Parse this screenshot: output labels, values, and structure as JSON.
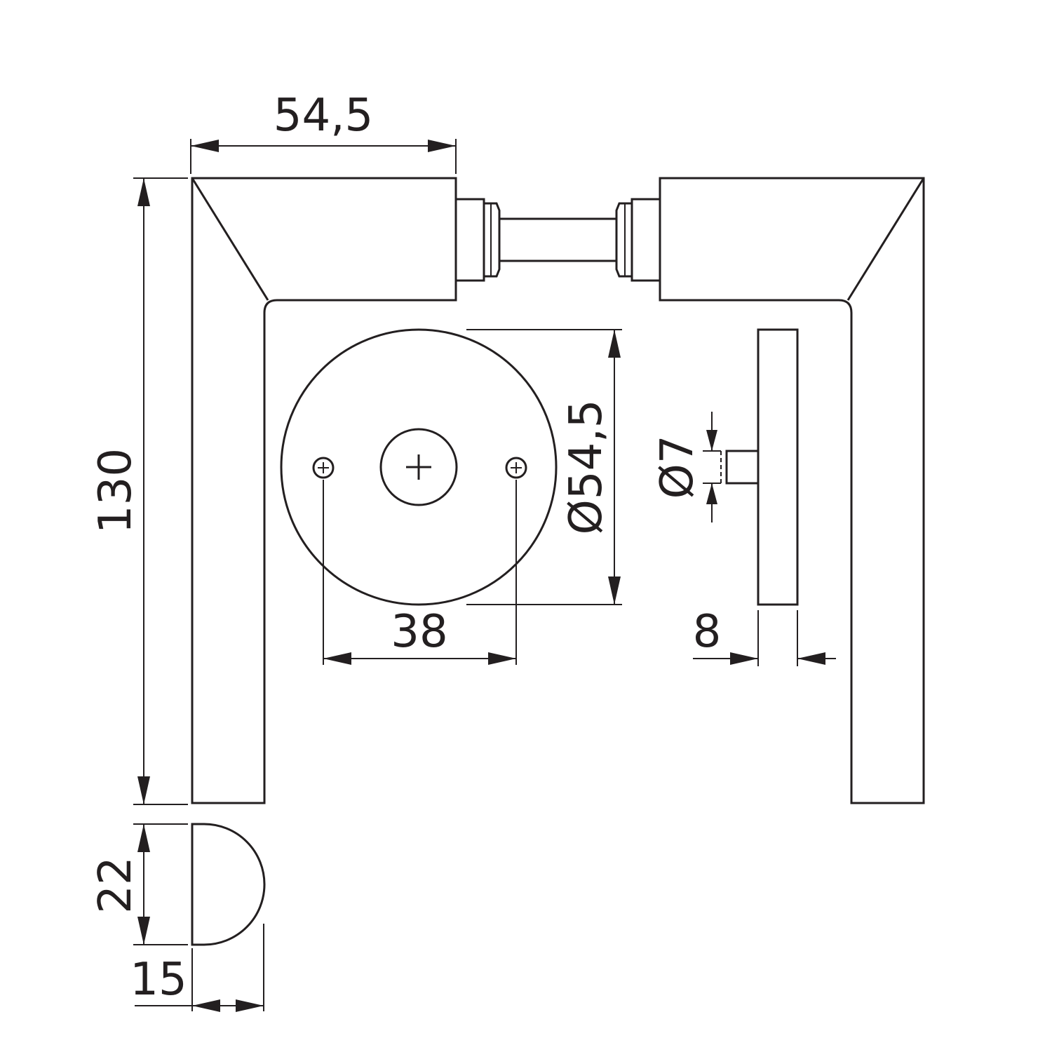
{
  "dimensions": {
    "width_top": "54,5",
    "height_total": "130",
    "rose_diameter": "Ø54,5",
    "screw_spacing": "38",
    "pin_diameter": "Ø7",
    "rose_thickness": "8",
    "section_height": "22",
    "section_width": "15"
  },
  "colors": {
    "line": "#231f20",
    "background": "#ffffff"
  }
}
